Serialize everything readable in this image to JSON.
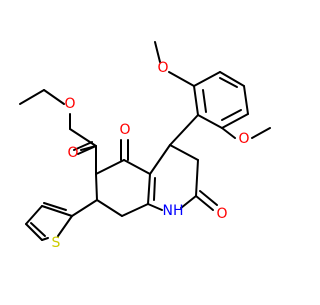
{
  "molecule": {
    "atom_labels": {
      "O_methoxy_top": "O",
      "O_methoxy_right": "O",
      "O_ester_single": "O",
      "O_ester_double": "O",
      "O_ketone": "O",
      "O_lactam": "O",
      "N_lactam": "NH",
      "S_thiophene": "S"
    },
    "colors": {
      "bond": "#000000",
      "oxygen": "#ff0000",
      "nitrogen": "#0000ff",
      "sulfur": "#cccc00",
      "background": "#ffffff"
    }
  }
}
